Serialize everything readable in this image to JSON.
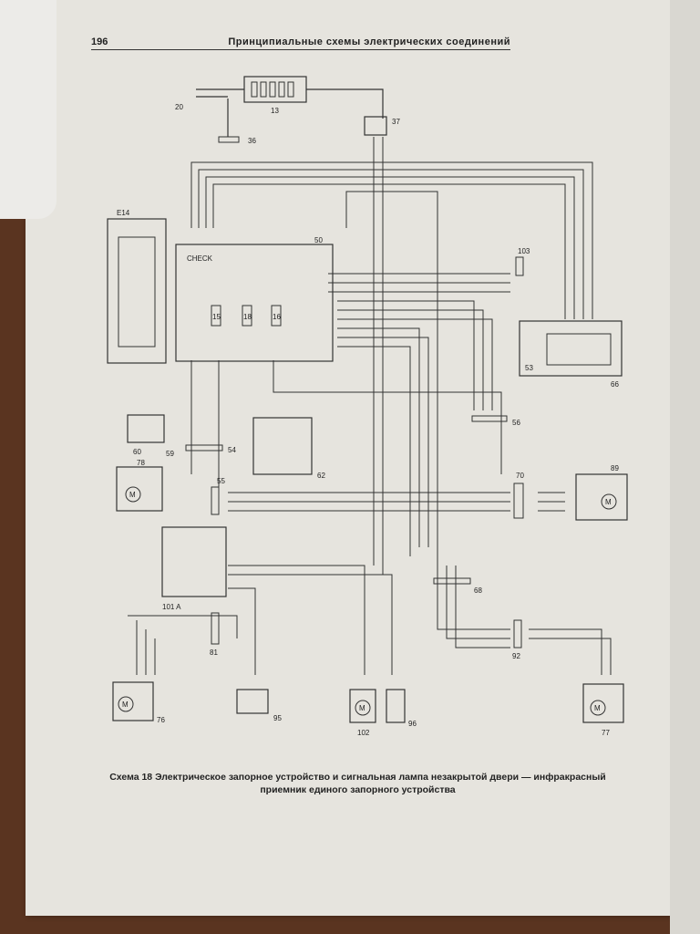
{
  "header": {
    "page_number": "196",
    "title": "Принципиальные схемы электрических соединений"
  },
  "caption": {
    "line1": "Схема 18 Электрическое запорное устройство и сигнальная лампа незакрытой двери — инфракрасный",
    "line2": "приемник единого запорного устройства"
  },
  "diagram": {
    "components": [
      "20",
      "13",
      "37",
      "36",
      "E14",
      "50",
      "103",
      "53",
      "66",
      "60",
      "59",
      "54",
      "62",
      "56",
      "78",
      "55",
      "70",
      "89",
      "101 A",
      "68",
      "81",
      "92",
      "76",
      "95",
      "102",
      "96",
      "77"
    ],
    "fuses": [
      "15",
      "18",
      "16"
    ],
    "check_label": "CHECK",
    "motor_symbol": "M"
  }
}
